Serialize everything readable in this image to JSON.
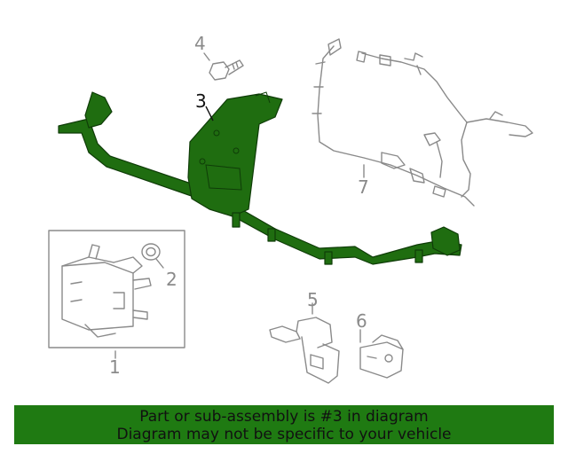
{
  "diagram": {
    "callouts": {
      "part1": "1",
      "part2": "2",
      "part3": "3",
      "part4": "4",
      "part5": "5",
      "part6": "6",
      "part7": "7"
    },
    "highlight_color": "#1f6d10",
    "outline_color": "#8a8a8a"
  },
  "banner": {
    "line1": "Part or sub-assembly is #3 in diagram",
    "line2": "Diagram may not be specific to your vehicle",
    "background": "#1f7a12"
  }
}
